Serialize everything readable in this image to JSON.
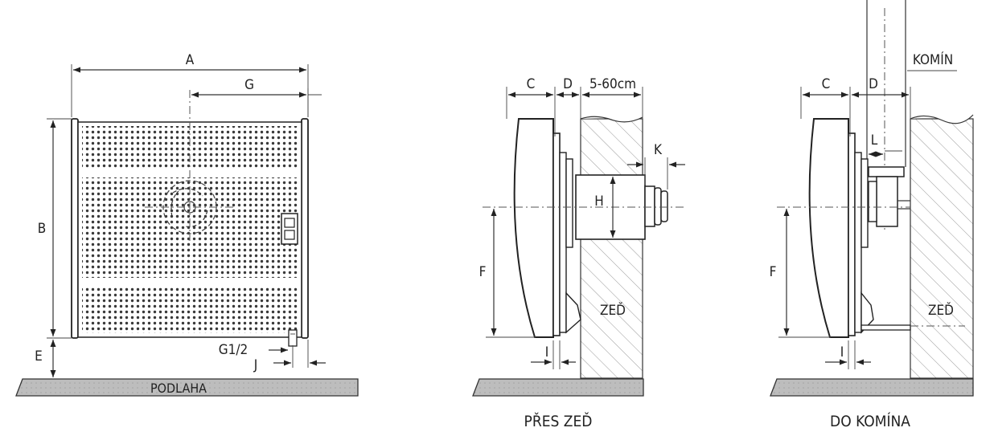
{
  "labels": {
    "A": "A",
    "B": "B",
    "E": "E",
    "G": "G",
    "G12": "G1/2",
    "J": "J",
    "floor": "PODLAHA",
    "C1": "C",
    "D1": "D",
    "wall_gap": "5-60cm",
    "K": "K",
    "H": "H",
    "F1": "F",
    "I1": "I",
    "wall1": "ZEĎ",
    "caption_wall": "PŘES ZEĎ",
    "C2": "C",
    "D2": "D",
    "chimney": "KOMÍN",
    "L": "L",
    "F2": "F",
    "I2": "I",
    "wall2": "ZEĎ",
    "caption_chimney": "DO KOMÍNA"
  }
}
